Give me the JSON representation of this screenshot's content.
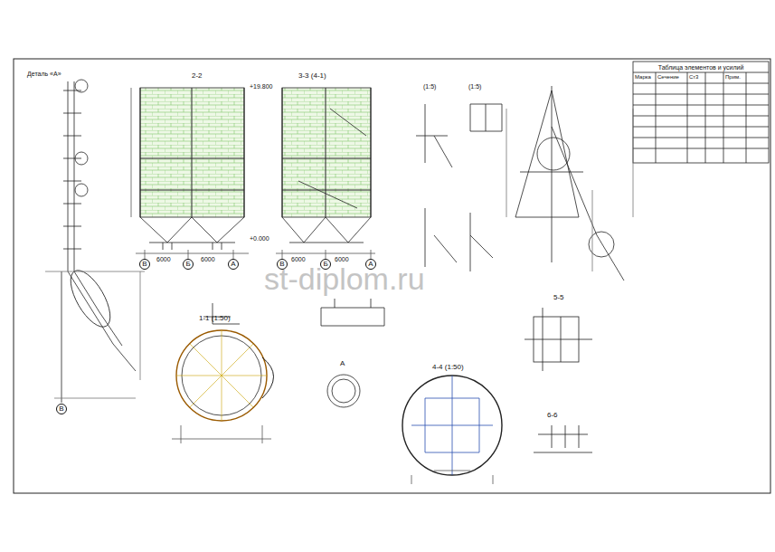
{
  "diagram": {
    "nodes": [
      {
        "text": [
          "Таблица элементов и усилий"
        ]
      },
      {
        "text": [
          "В"
        ]
      },
      {
        "text": [
          "Б"
        ]
      },
      {
        "text": [
          "А"
        ]
      },
      {
        "text": [
          "В"
        ]
      },
      {
        "text": [
          "Б"
        ]
      },
      {
        "text": [
          "А"
        ]
      },
      {
        "text": [
          "В"
        ]
      }
    ],
    "labels": [
      "2-2",
      "3-3 (4-1)",
      "(1:5)",
      "(1:5)",
      "1-1 (1:50)",
      "4-4 (1:50)",
      "5-5",
      "6-6",
      "А",
      "st-diplom.ru",
      "6000",
      "6000",
      "6000",
      "6000",
      "+0.000",
      "+19.800",
      "Деталь «А»",
      "Марка",
      "Сечение",
      "Ст3",
      "Прим."
    ]
  }
}
